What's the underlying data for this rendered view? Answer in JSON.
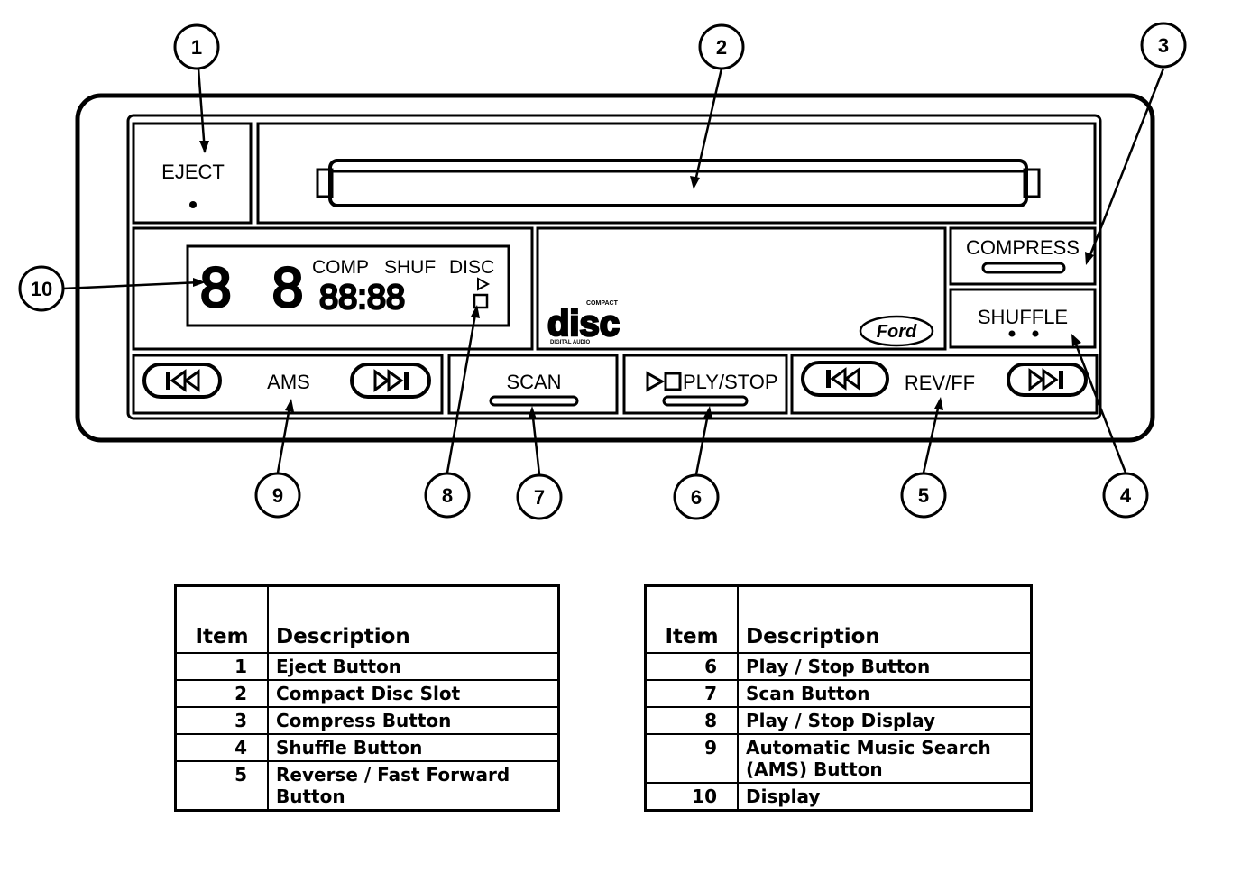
{
  "panel": {
    "eject_label": "EJECT",
    "compress_label": "COMPRESS",
    "shuffle_label": "SHUFFLE",
    "ams_label": "AMS",
    "scan_label": "SCAN",
    "play_stop_label": "PLY/STOP",
    "rev_ff_label": "REV/FF",
    "display": {
      "big_digits": "8 8",
      "indicators": [
        "COMP",
        "SHUF",
        "DISC"
      ],
      "time_digits": "88:88"
    },
    "cd_logo_top": "COMPACT",
    "cd_logo_main": "disc",
    "cd_logo_bottom": "DIGITAL AUDIO",
    "brand_logo": "Ford"
  },
  "callouts": [
    "1",
    "2",
    "3",
    "4",
    "5",
    "6",
    "7",
    "8",
    "9",
    "10"
  ],
  "tables": {
    "headers": {
      "item": "Item",
      "description": "Description"
    },
    "left": [
      {
        "item": "1",
        "description": "Eject Button"
      },
      {
        "item": "2",
        "description": "Compact Disc Slot"
      },
      {
        "item": "3",
        "description": "Compress Button"
      },
      {
        "item": "4",
        "description": "Shuffle Button"
      },
      {
        "item": "5",
        "description": "Reverse / Fast Forward Button"
      }
    ],
    "right": [
      {
        "item": "6",
        "description": "Play / Stop Button"
      },
      {
        "item": "7",
        "description": "Scan Button"
      },
      {
        "item": "8",
        "description": "Play / Stop Display"
      },
      {
        "item": "9",
        "description": "Automatic Music Search (AMS) Button"
      },
      {
        "item": "10",
        "description": "Display"
      }
    ]
  }
}
